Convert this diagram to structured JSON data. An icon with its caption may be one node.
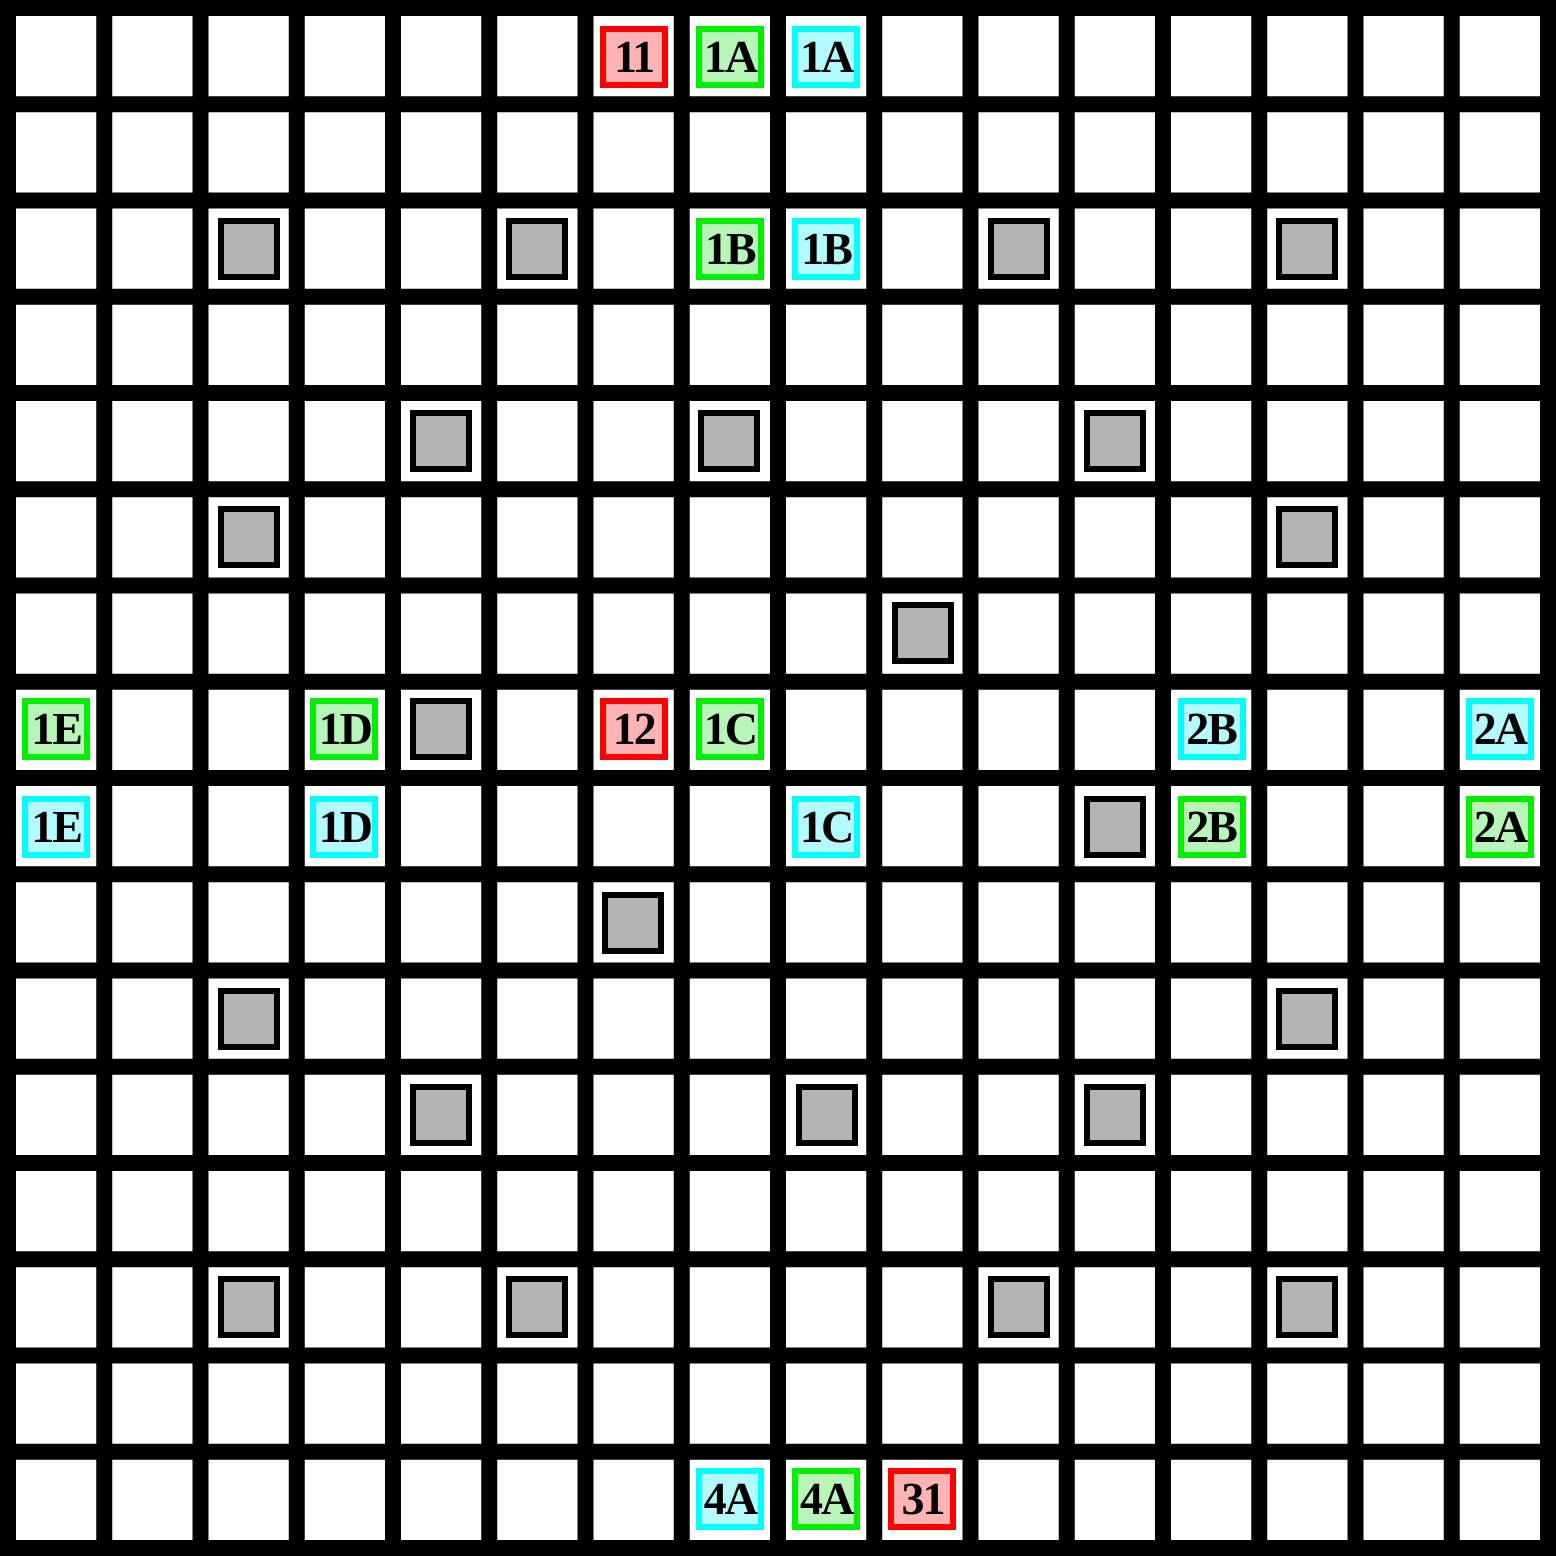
{
  "diagram": {
    "nodes": [
      {
        "text": [
          "11"
        ]
      },
      {
        "text": [
          "1A"
        ]
      },
      {
        "text": [
          "1A"
        ]
      },
      {
        "text": [],
        "shape": "box"
      },
      {
        "text": [],
        "shape": "box"
      },
      {
        "text": [
          "1B"
        ]
      },
      {
        "text": [
          "1B"
        ]
      },
      {
        "text": [],
        "shape": "box"
      },
      {
        "text": [],
        "shape": "box"
      },
      {
        "text": [],
        "shape": "box"
      },
      {
        "text": [],
        "shape": "box"
      },
      {
        "text": [],
        "shape": "box"
      },
      {
        "text": [],
        "shape": "box"
      },
      {
        "text": [],
        "shape": "box"
      },
      {
        "text": [],
        "shape": "box"
      },
      {
        "text": [
          "1E"
        ]
      },
      {
        "text": [
          "1D"
        ]
      },
      {
        "text": [],
        "shape": "box"
      },
      {
        "text": [
          "12"
        ]
      },
      {
        "text": [
          "1C"
        ]
      },
      {
        "text": [
          "2B"
        ]
      },
      {
        "text": [
          "2A"
        ]
      },
      {
        "text": [
          "1E"
        ]
      },
      {
        "text": [
          "1D"
        ]
      },
      {
        "text": [
          "1C"
        ]
      },
      {
        "text": [],
        "shape": "box"
      },
      {
        "text": [
          "2B"
        ]
      },
      {
        "text": [
          "2A"
        ]
      },
      {
        "text": [],
        "shape": "box"
      },
      {
        "text": [],
        "shape": "box"
      },
      {
        "text": [],
        "shape": "box"
      },
      {
        "text": [],
        "shape": "box"
      },
      {
        "text": [],
        "shape": "box"
      },
      {
        "text": [],
        "shape": "box"
      },
      {
        "text": [],
        "shape": "box"
      },
      {
        "text": [],
        "shape": "box"
      },
      {
        "text": [],
        "shape": "box"
      },
      {
        "text": [],
        "shape": "box"
      },
      {
        "text": [
          "4A"
        ]
      },
      {
        "text": [
          "4A"
        ]
      },
      {
        "text": [
          "31"
        ]
      }
    ]
  }
}
